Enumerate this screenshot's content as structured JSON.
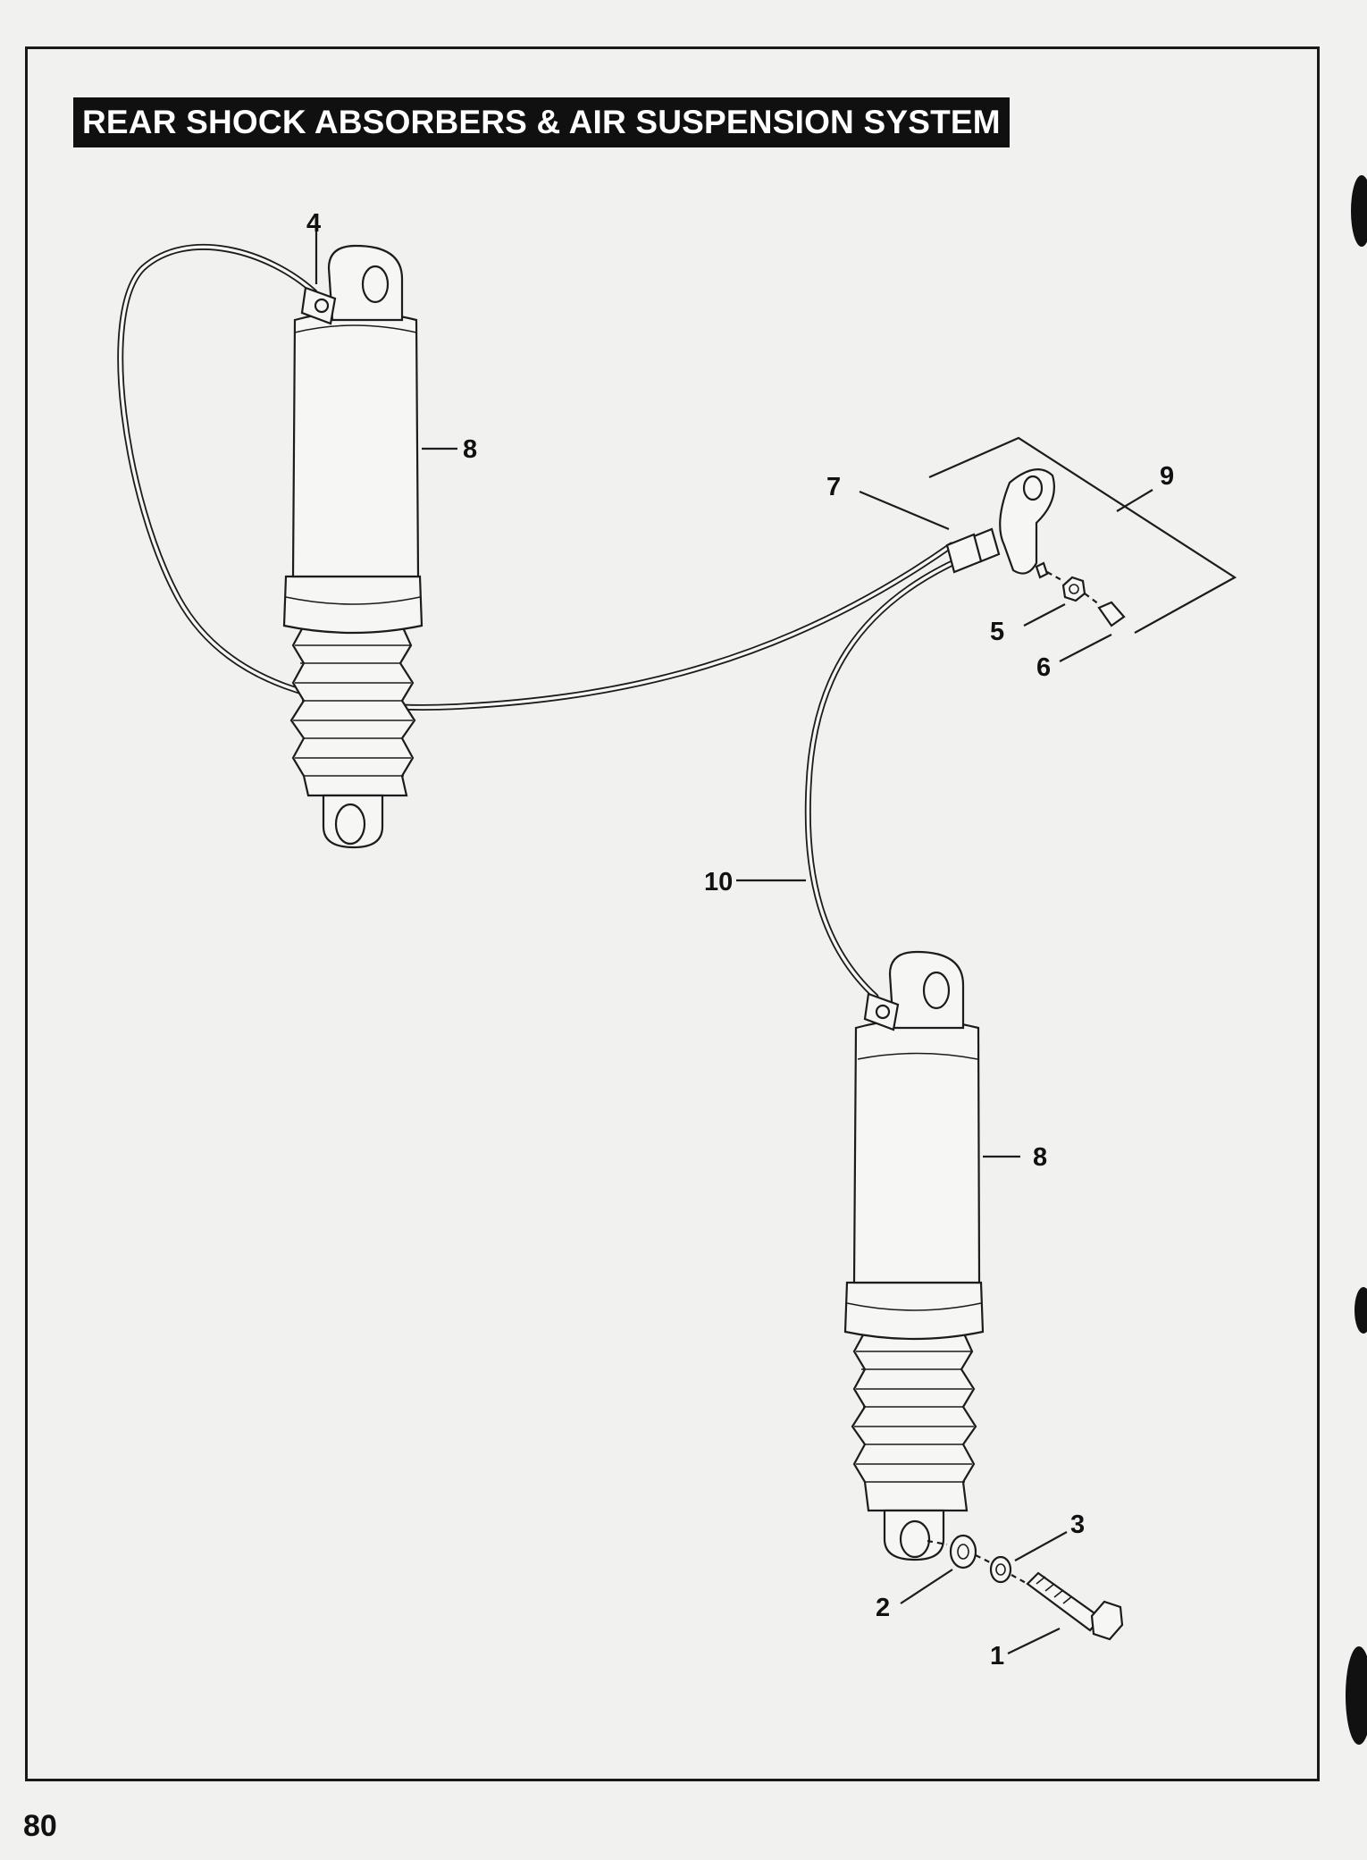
{
  "header": {
    "title": "REAR SHOCK ABSORBERS & AIR SUSPENSION SYSTEM"
  },
  "footer": {
    "page_number": "80"
  },
  "callouts": {
    "c1": "1",
    "c2": "2",
    "c3": "3",
    "c4": "4",
    "c5": "5",
    "c6": "6",
    "c7": "7",
    "c8_left": "8",
    "c8_right": "8",
    "c9": "9",
    "c10": "10"
  }
}
